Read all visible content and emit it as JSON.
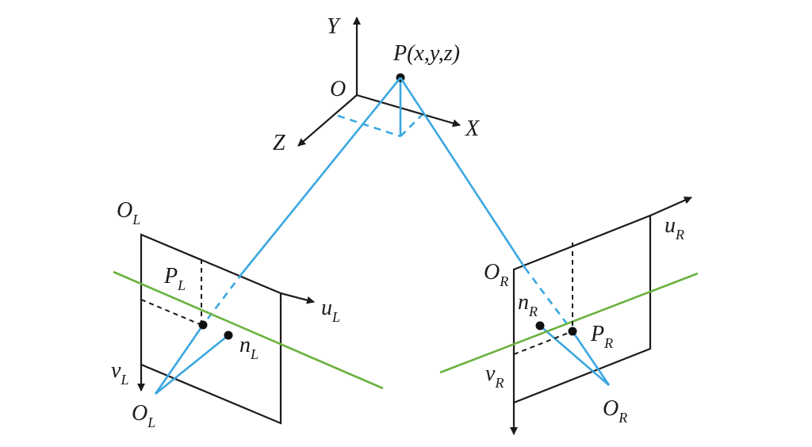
{
  "diagram": {
    "world_axes": {
      "y": "Y",
      "x": "X",
      "z": "Z",
      "origin": "O"
    },
    "point": "P(x,y,z)",
    "left_camera": {
      "origin_top": {
        "main": "O",
        "sub": "L"
      },
      "image_point": {
        "main": "P",
        "sub": "L"
      },
      "u_axis": {
        "main": "u",
        "sub": "L"
      },
      "v_axis": {
        "main": "v",
        "sub": "L"
      },
      "principal_point": {
        "main": "n",
        "sub": "L"
      },
      "optical_center": {
        "main": "O",
        "sub": "L"
      }
    },
    "right_camera": {
      "origin_top": {
        "main": "O",
        "sub": "R"
      },
      "image_point": {
        "main": "P",
        "sub": "R"
      },
      "u_axis": {
        "main": "u",
        "sub": "R"
      },
      "v_axis": {
        "main": "v",
        "sub": "R"
      },
      "principal_point": {
        "main": "n",
        "sub": "R"
      },
      "optical_center": {
        "main": "O",
        "sub": "R"
      }
    },
    "colors": {
      "ray": "#3aa7e0",
      "epipolar_line": "#6ab23d",
      "ink": "#1a1a1a"
    }
  }
}
